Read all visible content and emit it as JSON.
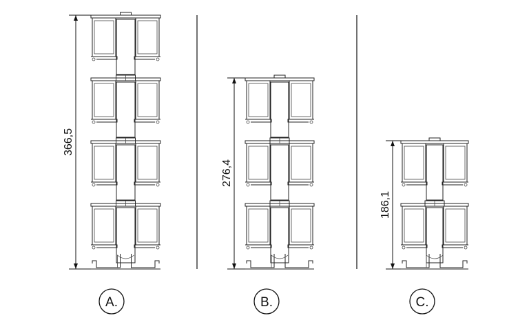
{
  "profiles": [
    {
      "id": "A",
      "label": "A.",
      "dimension": "366,5",
      "tiers": 4
    },
    {
      "id": "B",
      "label": "B.",
      "dimension": "276,4",
      "tiers": 3
    },
    {
      "id": "C",
      "label": "C.",
      "dimension": "186,1",
      "tiers": 2
    }
  ],
  "colors": {
    "line": "#222222",
    "background": "#ffffff"
  }
}
